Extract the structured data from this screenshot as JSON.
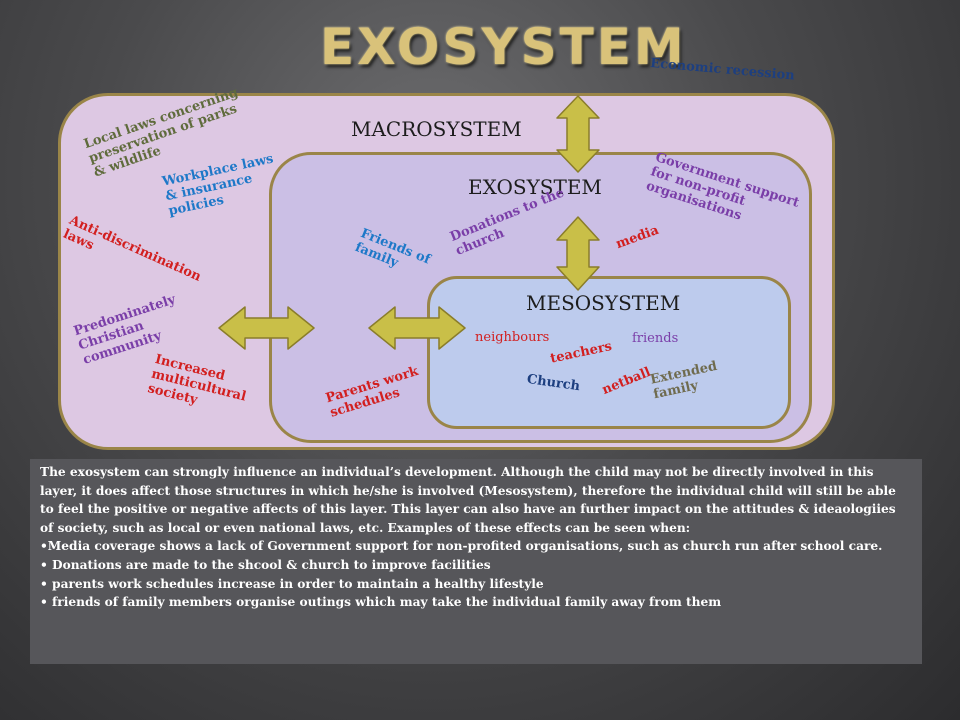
{
  "slide": {
    "title": "EXOSYSTEM"
  },
  "layers": {
    "macrosystem": "MACROSYSTEM",
    "exosystem": "EXOSYSTEM",
    "mesosystem": "MESOSYSTEM"
  },
  "labels": {
    "economic_recession": "Economic recession",
    "local_laws": "Local laws concerning\npreservation of parks\n& wildlife",
    "workplace_laws": "Workplace laws\n& insurance\npolicies",
    "anti_discrimination": "Anti-discrimination\nlaws",
    "christian_community": "Predominately\nChristian\ncommunity",
    "multicultural": "Increased\nmulticultural\nsociety",
    "government_support": "Government support\nfor non-profit\norganisations",
    "donations": "Donations to the\nchurch",
    "media": "media",
    "friends_of_family": "Friends of\nfamily",
    "parents_work": "Parents work\nschedules",
    "neighbours": "neighbours",
    "teachers": "teachers",
    "friends": "friends",
    "church": "Church",
    "netball": "netball",
    "extended_family": "Extended\nfamily"
  },
  "colors": {
    "title": "#d9c27a",
    "border": "#9a8548",
    "arrow_fill": "#c9bf48",
    "macro_fill": "#ddc8e3",
    "exo_fill": "#cbbfe5",
    "meso_fill": "#bdcbed",
    "red": "#d21f1f",
    "purple": "#7a3ea8",
    "blue": "#1d78c8",
    "olive": "#5f6b3c",
    "dark_blue": "#1d3f80",
    "gray_olive": "#6f6b4e",
    "text_box": "#56565a"
  },
  "description": {
    "paragraph": "The exosystem can strongly influence an individual’s development. Although the child may not be directly involved in this layer, it does affect those structures in which he/she is involved (Mesosystem), therefore the individual child will still be able to feel the positive or negative affects of this layer. This layer can also have an further impact on the attitudes & ideaologiies of society, such as local or even national laws, etc. Examples of these effects can be seen when:",
    "bullets": [
      "Media coverage shows a lack of Government support for non-profited organisations, such as church run after school care.",
      "Donations are made to the shcool & church to improve facilities",
      "parents work schedules increase in order to maintain a healthy lifestyle",
      "friends of family members organise outings which may take the individual family away from them"
    ]
  }
}
